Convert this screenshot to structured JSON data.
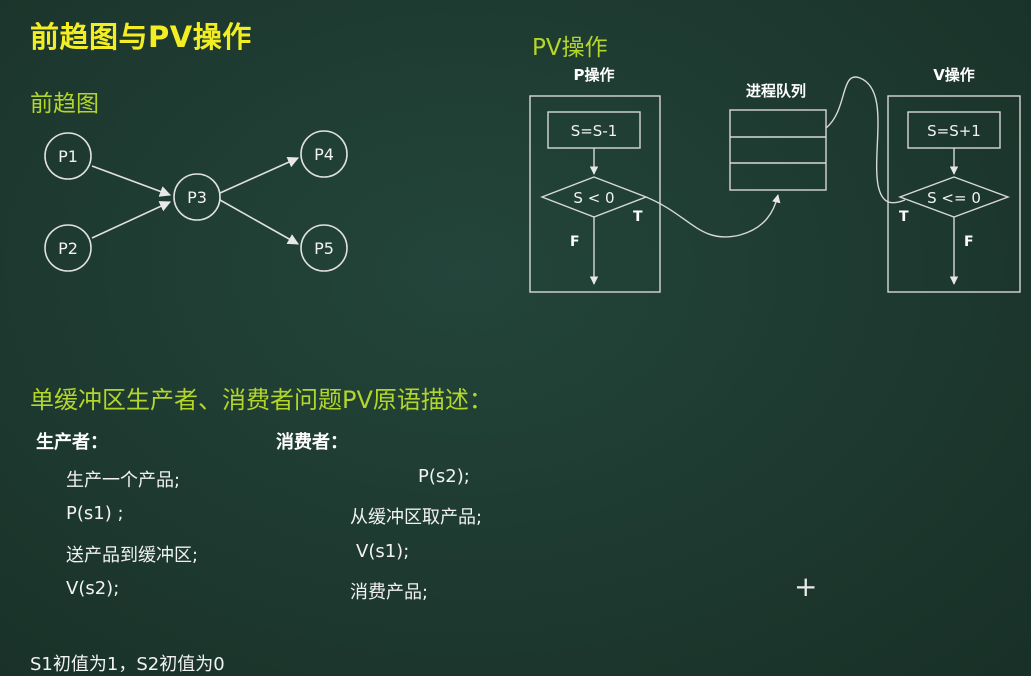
{
  "title": "前趋图与PV操作",
  "precedence": {
    "subtitle": "前趋图",
    "nodes": [
      "P1",
      "P2",
      "P3",
      "P4",
      "P5"
    ]
  },
  "pv": {
    "subtitle": "PV操作",
    "p_label": "P操作",
    "v_label": "V操作",
    "queue_label": "进程队列",
    "p_box": "S=S-1",
    "p_cond": "S < 0",
    "v_box": "S=S+1",
    "v_cond": "S <= 0",
    "true_mark": "T",
    "false_mark": "F"
  },
  "problem": {
    "title": "单缓冲区生产者、消费者问题PV原语描述：",
    "producer_header": "生产者：",
    "consumer_header": "消费者：",
    "producer_lines": [
      "生产一个产品;",
      "P(s1) ;",
      "送产品到缓冲区;",
      "V(s2);"
    ],
    "consumer_lines": [
      "P(s2);",
      "从缓冲区取产品;",
      "V(s1);",
      "消费产品;"
    ],
    "footnote": "S1初值为1，S2初值为0"
  },
  "cursor_glyph": "+"
}
